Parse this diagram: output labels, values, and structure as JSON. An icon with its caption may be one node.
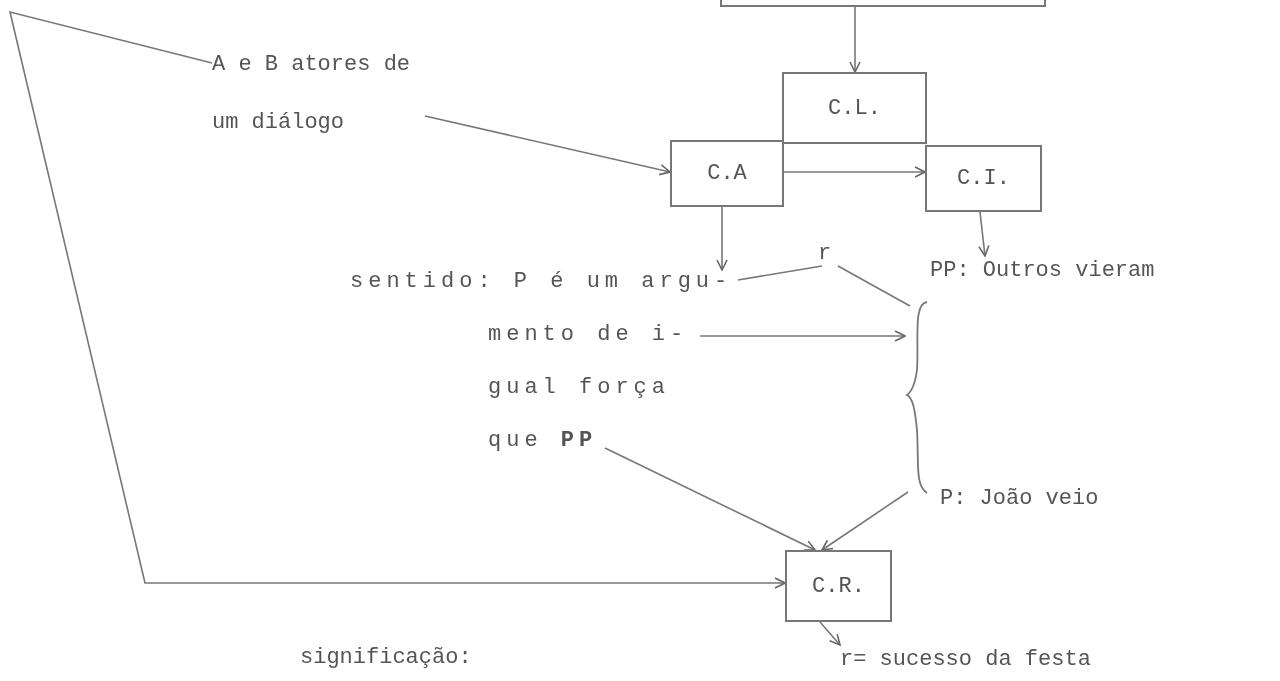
{
  "diagram": {
    "nodes": [
      {
        "text": [],
        "shape": "box"
      },
      {
        "text": [
          "A e B atores de um diálogo"
        ]
      },
      {
        "text": [
          "C.L."
        ]
      },
      {
        "text": [
          "C.A"
        ]
      },
      {
        "text": [
          "C.I."
        ]
      },
      {
        "text": [
          "r"
        ]
      },
      {
        "text": [
          "sentido: P é um argu- mento de i- gual força que **PP**"
        ]
      },
      {
        "text": [
          "PP: Outros vieram"
        ]
      },
      {
        "text": [],
        "shape": "brace"
      },
      {
        "text": [
          "P: João veio"
        ]
      },
      {
        "text": [
          "C.R."
        ]
      },
      {
        "text": [
          "r= sucesso da festa"
        ]
      }
    ],
    "edges": [
      {
        "from": 0,
        "to": 2,
        "arrow": "to"
      },
      {
        "from": 1,
        "to": 3,
        "arrow": "to"
      },
      {
        "from": 3,
        "to": 4,
        "arrow": "to"
      },
      {
        "from": 3,
        "to": 6,
        "arrow": "to"
      },
      {
        "from": 4,
        "to": 7,
        "arrow": "to"
      },
      {
        "from": 5,
        "to": 6,
        "arrow": "none"
      },
      {
        "from": 5,
        "to": 8,
        "arrow": "none"
      },
      {
        "from": 6,
        "to": 8,
        "arrow": "to"
      },
      {
        "from": 6,
        "to": 10,
        "arrow": "to"
      },
      {
        "from": 8,
        "to": 10,
        "arrow": "to"
      },
      {
        "from": 1,
        "to": 10,
        "arrow": "to"
      },
      {
        "from": 10,
        "to": 11,
        "arrow": "to"
      }
    ],
    "labels": [
      "significação:"
    ]
  }
}
